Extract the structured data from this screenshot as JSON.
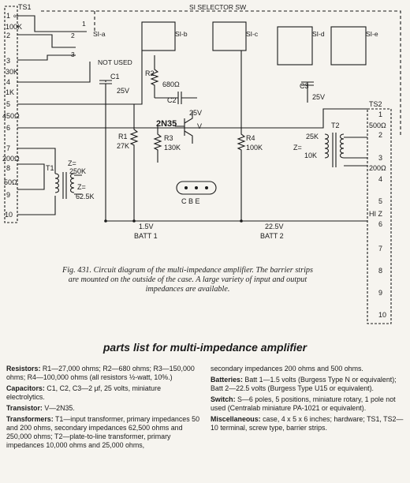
{
  "schematic": {
    "ts1_label": "TS1",
    "ts2_label": "TS2",
    "switch_label": "SI SELECTOR SW",
    "ts1_terminals": [
      {
        "num": "1",
        "value": "∞"
      },
      {
        "num": "2",
        "value": "100K"
      },
      {
        "num": "3",
        "value": "30K"
      },
      {
        "num": "4",
        "value": "1K"
      },
      {
        "num": "5",
        "value": ""
      },
      {
        "num": "6",
        "value": "450Ω"
      },
      {
        "num": "7",
        "value": ""
      },
      {
        "num": "8",
        "value": "200Ω"
      },
      {
        "num": "9",
        "value": "50Ω"
      },
      {
        "num": "10",
        "value": ""
      }
    ],
    "ts2_terminals": [
      {
        "num": "1",
        "value": ""
      },
      {
        "num": "2",
        "value": "500Ω"
      },
      {
        "num": "3",
        "value": ""
      },
      {
        "num": "4",
        "value": "200Ω"
      },
      {
        "num": "5",
        "value": ""
      },
      {
        "num": "6",
        "value": "HI Z"
      },
      {
        "num": "7",
        "value": ""
      },
      {
        "num": "8",
        "value": ""
      },
      {
        "num": "9",
        "value": ""
      },
      {
        "num": "10",
        "value": ""
      }
    ],
    "switch_sections": [
      "SI-a",
      "SI-b",
      "SI-c",
      "SI-d",
      "SI-e"
    ],
    "switch_pos_1": "1",
    "switch_pos_2": "2",
    "switch_pos_3": "3",
    "not_used": "NOT USED",
    "c1_label": "C1",
    "c1_value": "25V",
    "c2_label": "C2",
    "c2_value": "25V",
    "c3_label": "C3",
    "c3_value": "25V",
    "r1_label": "R1",
    "r1_value": "27K",
    "r2_label": "R2",
    "r2_value": "680Ω",
    "r3_label": "R3",
    "r3_value": "130K",
    "r4_label": "R4",
    "r4_value": "100K",
    "transistor": "2N35",
    "transistor_pins": "C B E",
    "transistor_v": "V",
    "t1_label": "T1",
    "t1_z1": "Z=",
    "t1_z1_value": "250K",
    "t1_z2": "Z=",
    "t1_z2_value": "62.5K",
    "t2_label": "T2",
    "t2_z1": "25K",
    "t2_z2": "Z=",
    "t2_z2_value": "10K",
    "batt1_voltage": "1.5V",
    "batt1_label": "BATT 1",
    "batt2_voltage": "22.5V",
    "batt2_label": "BATT 2"
  },
  "caption": "Fig. 431. Circuit diagram of the multi-impedance amplifier. The barrier strips are mounted on the outside of the case. A large variety of input and output impedances are available.",
  "parts_title": "parts list for multi-impedance amplifier",
  "parts_left": [
    {
      "head": "Resistors:",
      "body": "R1—27,000 ohms; R2—680 ohms; R3—150,000 ohms; R4—100,000 ohms (all resistors ½-watt, 10%.)"
    },
    {
      "head": "Capacitors:",
      "body": "C1, C2, C3—2 µf, 25 volts, miniature electrolytics."
    },
    {
      "head": "Transistor:",
      "body": "V—2N35."
    },
    {
      "head": "Transformers:",
      "body": "T1—input transformer, primary impedances 50 and 200 ohms, secondary impedances 62,500 ohms and 250,000 ohms; T2—plate-to-line transformer, primary impedances 10,000 ohms and 25,000 ohms,"
    }
  ],
  "parts_right": [
    {
      "head": "",
      "body": "secondary impedances 200 ohms and 500 ohms."
    },
    {
      "head": "Batteries:",
      "body": "Batt 1—1.5 volts (Burgess Type N or equivalent); Batt 2—22.5 volts (Burgess Type U15 or equivalent)."
    },
    {
      "head": "Switch:",
      "body": "S—6 poles, 5 positions, miniature rotary, 1 pole not used (Centralab miniature PA-1021 or equivalent)."
    },
    {
      "head": "Miscellaneous:",
      "body": "case, 4 x 5 x 6 inches; hardware; TS1, TS2—10 terminal, screw type, barrier strips."
    }
  ]
}
